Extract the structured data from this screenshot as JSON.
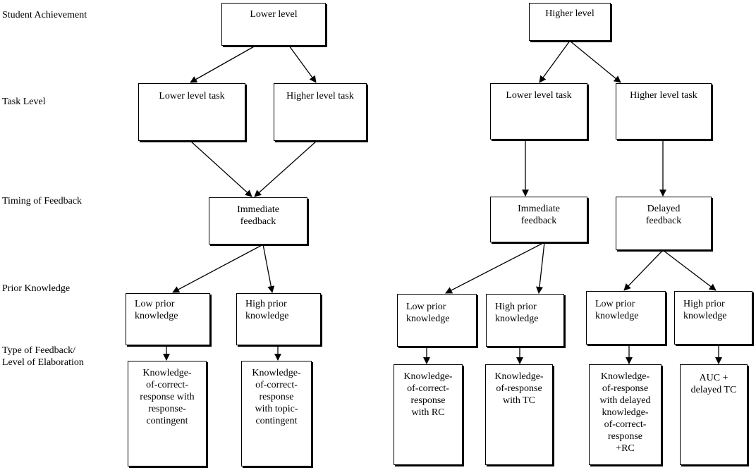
{
  "row_labels": {
    "student_achievement": "Student Achievement",
    "task_level": "Task Level",
    "timing": "Timing of Feedback",
    "prior_knowledge": "Prior Knowledge",
    "type_feedback": "Type of Feedback/\nLevel of Elaboration"
  },
  "nodes": {
    "lower_level": "Lower level",
    "higher_level": "Higher level",
    "l_lower_task": "Lower level task",
    "l_higher_task": "Higher level task",
    "r_lower_task": "Lower level task",
    "r_higher_task": "Higher level task",
    "l_immediate": "Immediate\nfeedback",
    "r_immediate": "Immediate\nfeedback",
    "r_delayed": "Delayed\nfeedback",
    "low_prior_1": "Low prior\nknowledge",
    "high_prior_1": "High prior\nknowledge",
    "low_prior_2": "Low prior\nknowledge",
    "high_prior_2": "High prior\nknowledge",
    "low_prior_3": "Low prior\nknowledge",
    "high_prior_3": "High prior\nknowledge",
    "fb_1": "Knowledge-\nof-correct-\nresponse with\nresponse-\ncontingent",
    "fb_2": "Knowledge-\nof-correct-\nresponse\nwith topic-\ncontingent",
    "fb_3": "Knowledge-\nof-correct-\nresponse\nwith RC",
    "fb_4": "Knowledge-\nof-response\nwith TC",
    "fb_5": "Knowledge-\nof-response\nwith delayed\nknowledge-\nof-correct-\nresponse\n+RC",
    "fb_6": "AUC +\ndelayed TC"
  }
}
